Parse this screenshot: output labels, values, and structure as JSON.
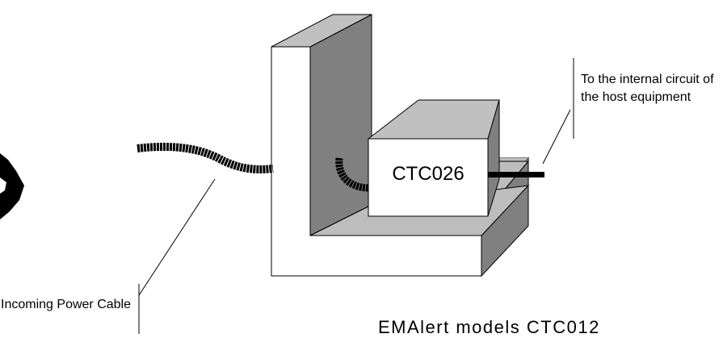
{
  "diagram": {
    "device_label": "CTC026",
    "callout_internal": "To the internal circuit of the host equipment",
    "callout_power": "Incoming Power Cable",
    "caption": "EMAlert models CTC012"
  },
  "colors": {
    "dark_face": "#808080",
    "top_face": "#c0c0c0",
    "base_plate": "#bdbdbd",
    "outline": "#000000",
    "cable": "#000000"
  }
}
